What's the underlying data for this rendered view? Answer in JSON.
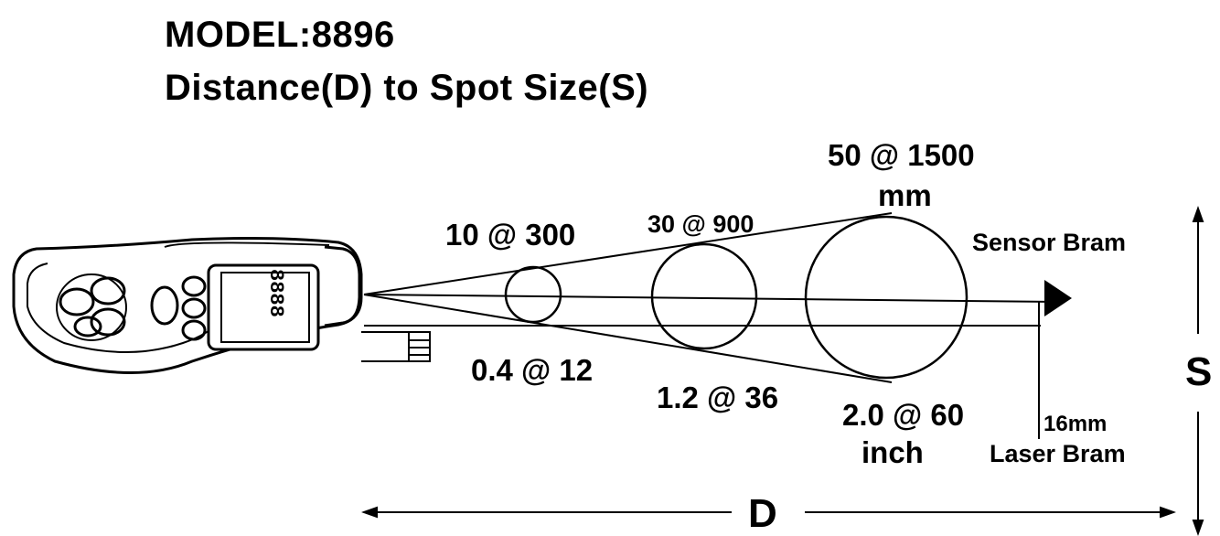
{
  "header": {
    "model": "MODEL:8896",
    "subtitle": "Distance(D) to Spot Size(S)"
  },
  "labels": {
    "mm_unit": "mm",
    "inch_unit": "inch",
    "sensor_beam": "Sensor Bram",
    "laser_beam": "Laser Bram",
    "laser_offset": "16mm",
    "distance_symbol": "D",
    "spot_symbol": "S"
  },
  "spots_mm": [
    {
      "text": "10 @ 300"
    },
    {
      "text": "30 @ 900"
    },
    {
      "text": "50 @ 1500"
    }
  ],
  "spots_inch": [
    {
      "text": "0.4 @ 12"
    },
    {
      "text": "1.2 @ 36"
    },
    {
      "text": "2.0 @ 60"
    }
  ],
  "device": {
    "display_digits": "8888",
    "icon": "thermometer-device-icon"
  },
  "colors": {
    "ink": "#000000",
    "background": "#ffffff"
  }
}
